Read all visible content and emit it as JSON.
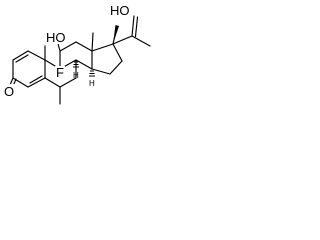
{
  "molecule": {
    "atom_labels": {
      "ho_top": "HO",
      "ho_ring": "HO",
      "fluorine": "F",
      "oxygen_ketone": "O"
    },
    "stereo_hydrogen_labels": {
      "h8": "H",
      "h14": "H"
    }
  }
}
